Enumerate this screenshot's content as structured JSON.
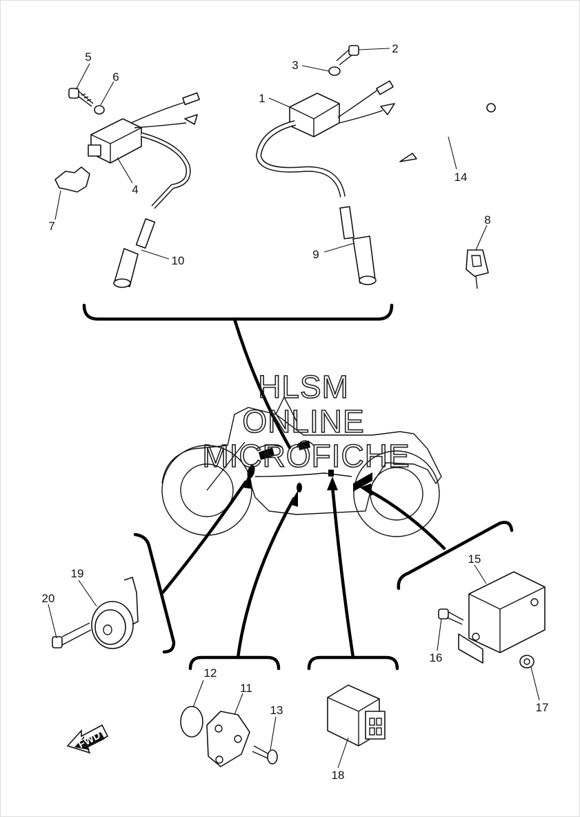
{
  "watermark": [
    "HLSM",
    "ONLINE",
    "MICROFICHE"
  ],
  "fwd_label": "FWD",
  "callouts": [
    "1",
    "2",
    "3",
    "4",
    "5",
    "6",
    "7",
    "8",
    "9",
    "10",
    "11",
    "12",
    "13",
    "14",
    "15",
    "16",
    "17",
    "18",
    "19",
    "20"
  ]
}
